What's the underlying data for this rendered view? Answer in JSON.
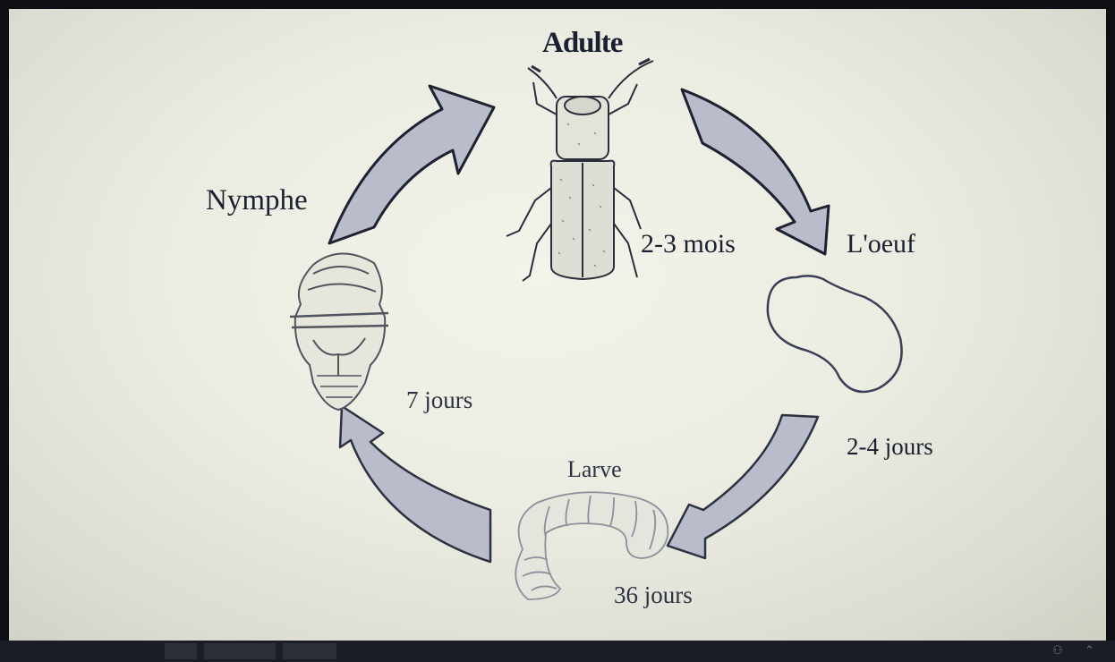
{
  "diagram": {
    "stages": {
      "adult": "Adulte",
      "egg": "L'oeuf",
      "larva": "Larve",
      "pupa": "Nymphe"
    },
    "durations": {
      "adult": "2-3 mois",
      "egg": "2-4 jours",
      "larva": "36 jours",
      "pupa": "7 jours"
    },
    "colors": {
      "arrow_fill": "#b8bccb",
      "arrow_stroke": "#1e2230",
      "text": "#1b2030",
      "screen_bg": "#ecede3"
    }
  },
  "taskbar": {
    "icons": [
      "people-icon",
      "chevron-up-icon"
    ]
  }
}
